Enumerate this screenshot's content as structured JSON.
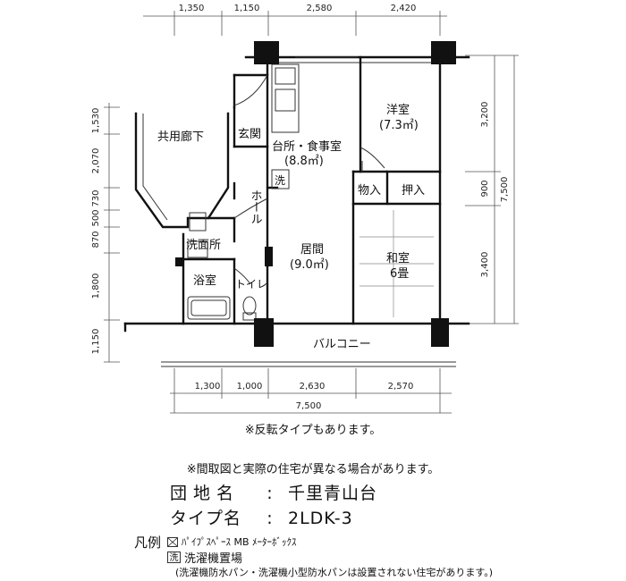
{
  "dimensions": {
    "top": [
      "1,350",
      "1,150",
      "2,580",
      "2,420"
    ],
    "bottom": [
      "1,300",
      "1,000",
      "2,630",
      "2,570"
    ],
    "bottom_total": "7,500",
    "left": [
      "1,530",
      "2,070",
      "730",
      "500",
      "870",
      "1,800",
      "1,150"
    ],
    "right": [
      "3,200",
      "900",
      "3,400"
    ],
    "right_total": "7,500"
  },
  "rooms": {
    "corridor": "共用廊下",
    "entrance": "玄関",
    "kitchen": "台所・食事室",
    "kitchen_area": "(8.8㎡)",
    "washer_mark": "洗",
    "western": "洋室",
    "western_area": "(7.3㎡)",
    "storage": "物入",
    "closet": "押入",
    "hall": "ホール",
    "living": "居間",
    "living_area": "(9.0㎡)",
    "japanese": "和室",
    "japanese_size": "6畳",
    "washroom": "洗面所",
    "bath": "浴室",
    "toilet": "トイレ",
    "balcony": "バルコニー"
  },
  "notes": {
    "reverse": "※反転タイプもあります。",
    "disclaimer": "※間取図と実際の住宅が異なる場合があります。"
  },
  "info": {
    "complex_label": "団地名",
    "complex_value": "千里青山台",
    "type_label": "タイプ名",
    "type_value": "2LDK-3",
    "separator": ":"
  },
  "legend": {
    "title": "凡例",
    "pipe_space": "ﾊﾟｲﾌﾟｽﾍﾟｰｽ MB ﾒｰﾀｰﾎﾞｯｸｽ",
    "washer_mark": "洗",
    "washer_place": "洗濯機置場",
    "washer_note": "(洗濯機防水パン・洗濯機小型防水パンは設置されない住宅があります。)"
  }
}
